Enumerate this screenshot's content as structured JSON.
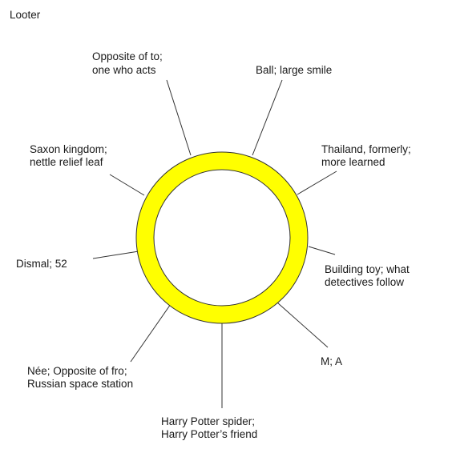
{
  "puzzle": {
    "title": "Looter",
    "ring_color": "#ffff00",
    "ring_stroke_color": "#333333",
    "clues": [
      {
        "line1": "Opposite of to;",
        "line2": "one who acts"
      },
      {
        "line1": "Ball; large smile",
        "line2": ""
      },
      {
        "line1": "Thailand, formerly;",
        "line2": "more learned"
      },
      {
        "line1": "Building toy; what",
        "line2": "detectives follow"
      },
      {
        "line1": "M; A",
        "line2": ""
      },
      {
        "line1": "Harry Potter spider;",
        "line2": "Harry Potter’s friend"
      },
      {
        "line1": "Née; Opposite of fro;",
        "line2": "Russian space station"
      },
      {
        "line1": "Dismal; 52",
        "line2": ""
      },
      {
        "line1": "Saxon kingdom;",
        "line2": "nettle relief leaf"
      }
    ]
  }
}
